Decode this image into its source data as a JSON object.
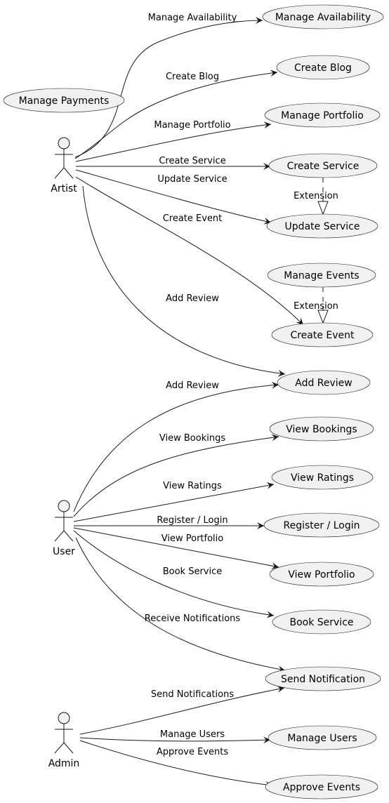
{
  "actors": [
    {
      "id": "artist",
      "label": "Artist"
    },
    {
      "id": "user",
      "label": "User"
    },
    {
      "id": "admin",
      "label": "Admin"
    }
  ],
  "usecases": [
    {
      "id": "manage_payments",
      "label": "Manage Payments"
    },
    {
      "id": "manage_availability",
      "label": "Manage Availability"
    },
    {
      "id": "create_blog",
      "label": "Create Blog"
    },
    {
      "id": "manage_portfolio",
      "label": "Manage Portfolio"
    },
    {
      "id": "create_service",
      "label": "Create Service"
    },
    {
      "id": "update_service",
      "label": "Update Service"
    },
    {
      "id": "manage_events",
      "label": "Manage Events"
    },
    {
      "id": "create_event",
      "label": "Create Event"
    },
    {
      "id": "add_review",
      "label": "Add Review"
    },
    {
      "id": "view_bookings",
      "label": "View Bookings"
    },
    {
      "id": "view_ratings",
      "label": "View Ratings"
    },
    {
      "id": "register_login",
      "label": "Register / Login"
    },
    {
      "id": "view_portfolio",
      "label": "View Portfolio"
    },
    {
      "id": "book_service",
      "label": "Book Service"
    },
    {
      "id": "send_notification",
      "label": "Send Notification"
    },
    {
      "id": "manage_users",
      "label": "Manage Users"
    },
    {
      "id": "approve_events",
      "label": "Approve Events"
    }
  ],
  "associations": [
    {
      "from": "artist",
      "to": "manage_availability",
      "label": "Manage Availability"
    },
    {
      "from": "artist",
      "to": "create_blog",
      "label": "Create Blog"
    },
    {
      "from": "artist",
      "to": "manage_portfolio",
      "label": "Manage Portfolio"
    },
    {
      "from": "artist",
      "to": "create_service",
      "label": "Create Service"
    },
    {
      "from": "artist",
      "to": "update_service",
      "label": "Update Service"
    },
    {
      "from": "artist",
      "to": "create_event",
      "label": "Create Event"
    },
    {
      "from": "artist",
      "to": "add_review",
      "label": "Add Review"
    },
    {
      "from": "user",
      "to": "add_review",
      "label": "Add Review"
    },
    {
      "from": "user",
      "to": "view_bookings",
      "label": "View Bookings"
    },
    {
      "from": "user",
      "to": "view_ratings",
      "label": "View Ratings"
    },
    {
      "from": "user",
      "to": "register_login",
      "label": "Register / Login"
    },
    {
      "from": "user",
      "to": "view_portfolio",
      "label": "View Portfolio"
    },
    {
      "from": "user",
      "to": "book_service",
      "label": "Book Service"
    },
    {
      "from": "user",
      "to": "send_notification",
      "label": "Receive Notifications"
    },
    {
      "from": "admin",
      "to": "send_notification",
      "label": "Send Notifications"
    },
    {
      "from": "admin",
      "to": "manage_users",
      "label": "Manage Users"
    },
    {
      "from": "admin",
      "to": "approve_events",
      "label": "Approve Events"
    }
  ],
  "extensions": [
    {
      "from": "create_service",
      "to": "update_service",
      "label": "Extension"
    },
    {
      "from": "manage_events",
      "to": "create_event",
      "label": "Extension"
    }
  ]
}
